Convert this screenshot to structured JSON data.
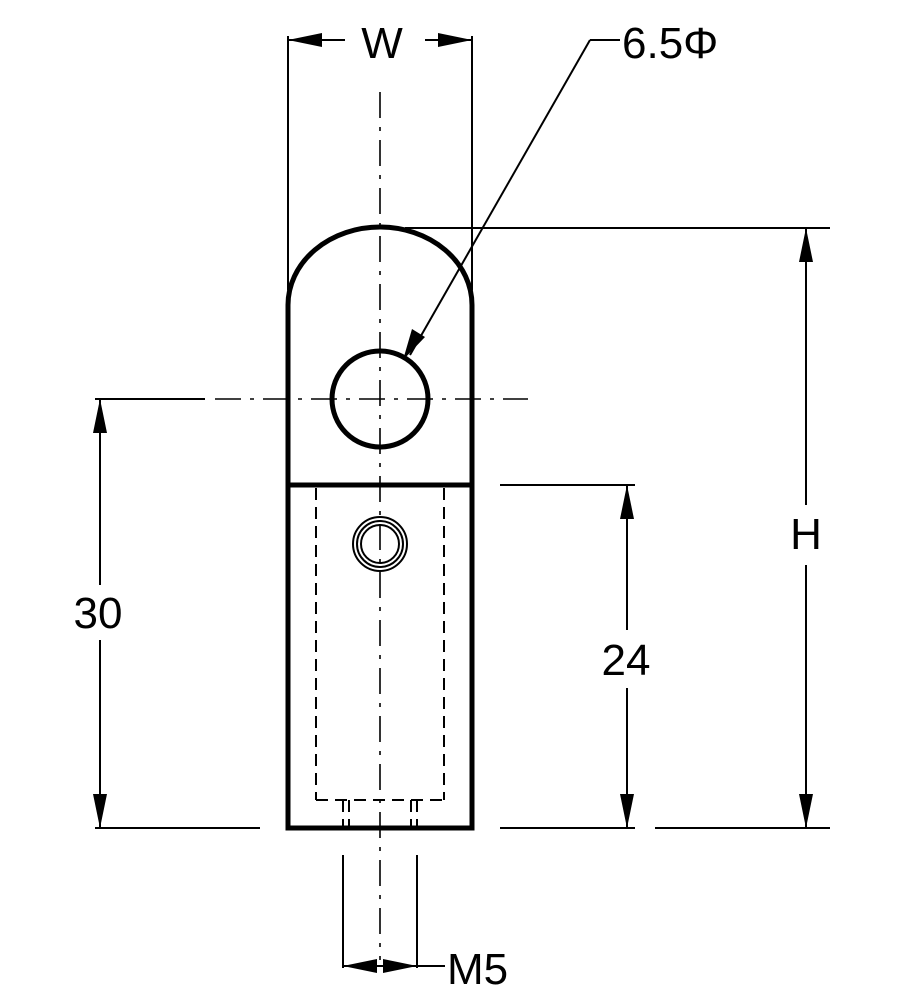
{
  "labels": {
    "width": "W",
    "hole_diameter": "6.5Φ",
    "height": "H",
    "dim_30": "30",
    "dim_24": "24",
    "thread": "M5"
  },
  "colors": {
    "ink": "#000000",
    "paper": "#ffffff"
  }
}
